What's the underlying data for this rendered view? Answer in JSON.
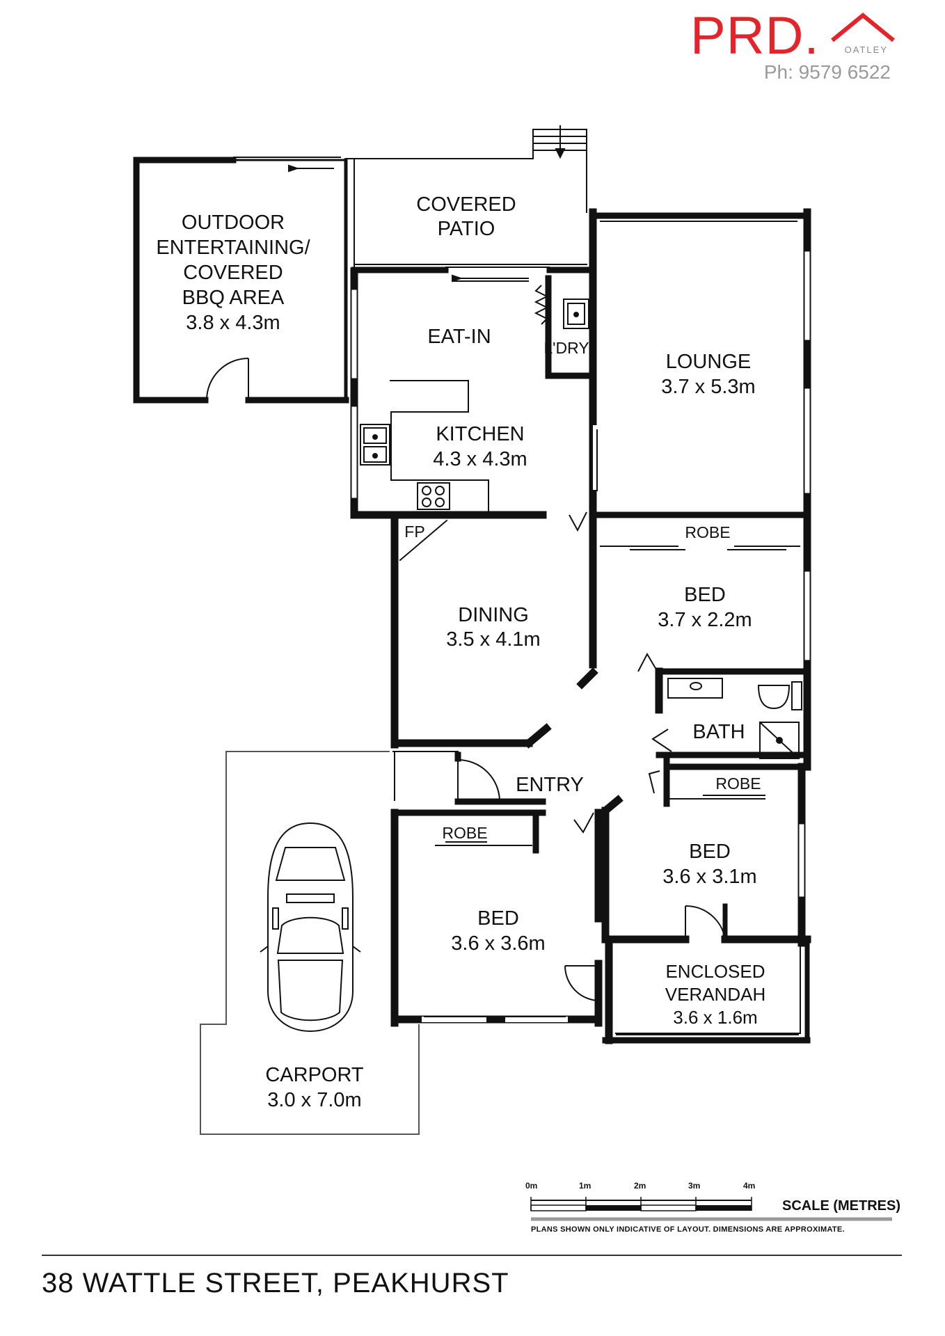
{
  "brand": {
    "logo": "PRD.",
    "office": "OATLEY",
    "phone": "Ph: 9579 6522",
    "color": "#e3242b"
  },
  "rooms": {
    "outdoor": [
      "OUTDOOR",
      "ENTERTAINING/",
      "COVERED",
      "BBQ AREA",
      "3.8 x 4.3m"
    ],
    "patio": [
      "COVERED",
      "PATIO"
    ],
    "eatin": "EAT-IN",
    "laundry": "L'DRY",
    "lounge": [
      "LOUNGE",
      "3.7 x 5.3m"
    ],
    "kitchen": [
      "KITCHEN",
      "4.3 x 4.3m"
    ],
    "fp": "FP",
    "robe1": "ROBE",
    "bed1": [
      "BED",
      "3.7 x 2.2m"
    ],
    "dining": [
      "DINING",
      "3.5 x 4.1m"
    ],
    "bath": "BATH",
    "robe2": "ROBE",
    "entry": "ENTRY",
    "robe3": "ROBE",
    "bed2": [
      "BED",
      "3.6 x 3.1m"
    ],
    "bed3": [
      "BED",
      "3.6 x 3.6m"
    ],
    "verandah": [
      "ENCLOSED",
      "VERANDAH",
      "3.6 x 1.6m"
    ],
    "carport": [
      "CARPORT",
      "3.0 x 7.0m"
    ]
  },
  "scale": {
    "ticks": [
      "0m",
      "1m",
      "2m",
      "3m",
      "4m"
    ],
    "title": "SCALE (METRES)",
    "disclaimer": "PLANS SHOWN ONLY INDICATIVE OF LAYOUT.  DIMENSIONS ARE APPROXIMATE."
  },
  "address": "38 WATTLE STREET, PEAKHURST"
}
